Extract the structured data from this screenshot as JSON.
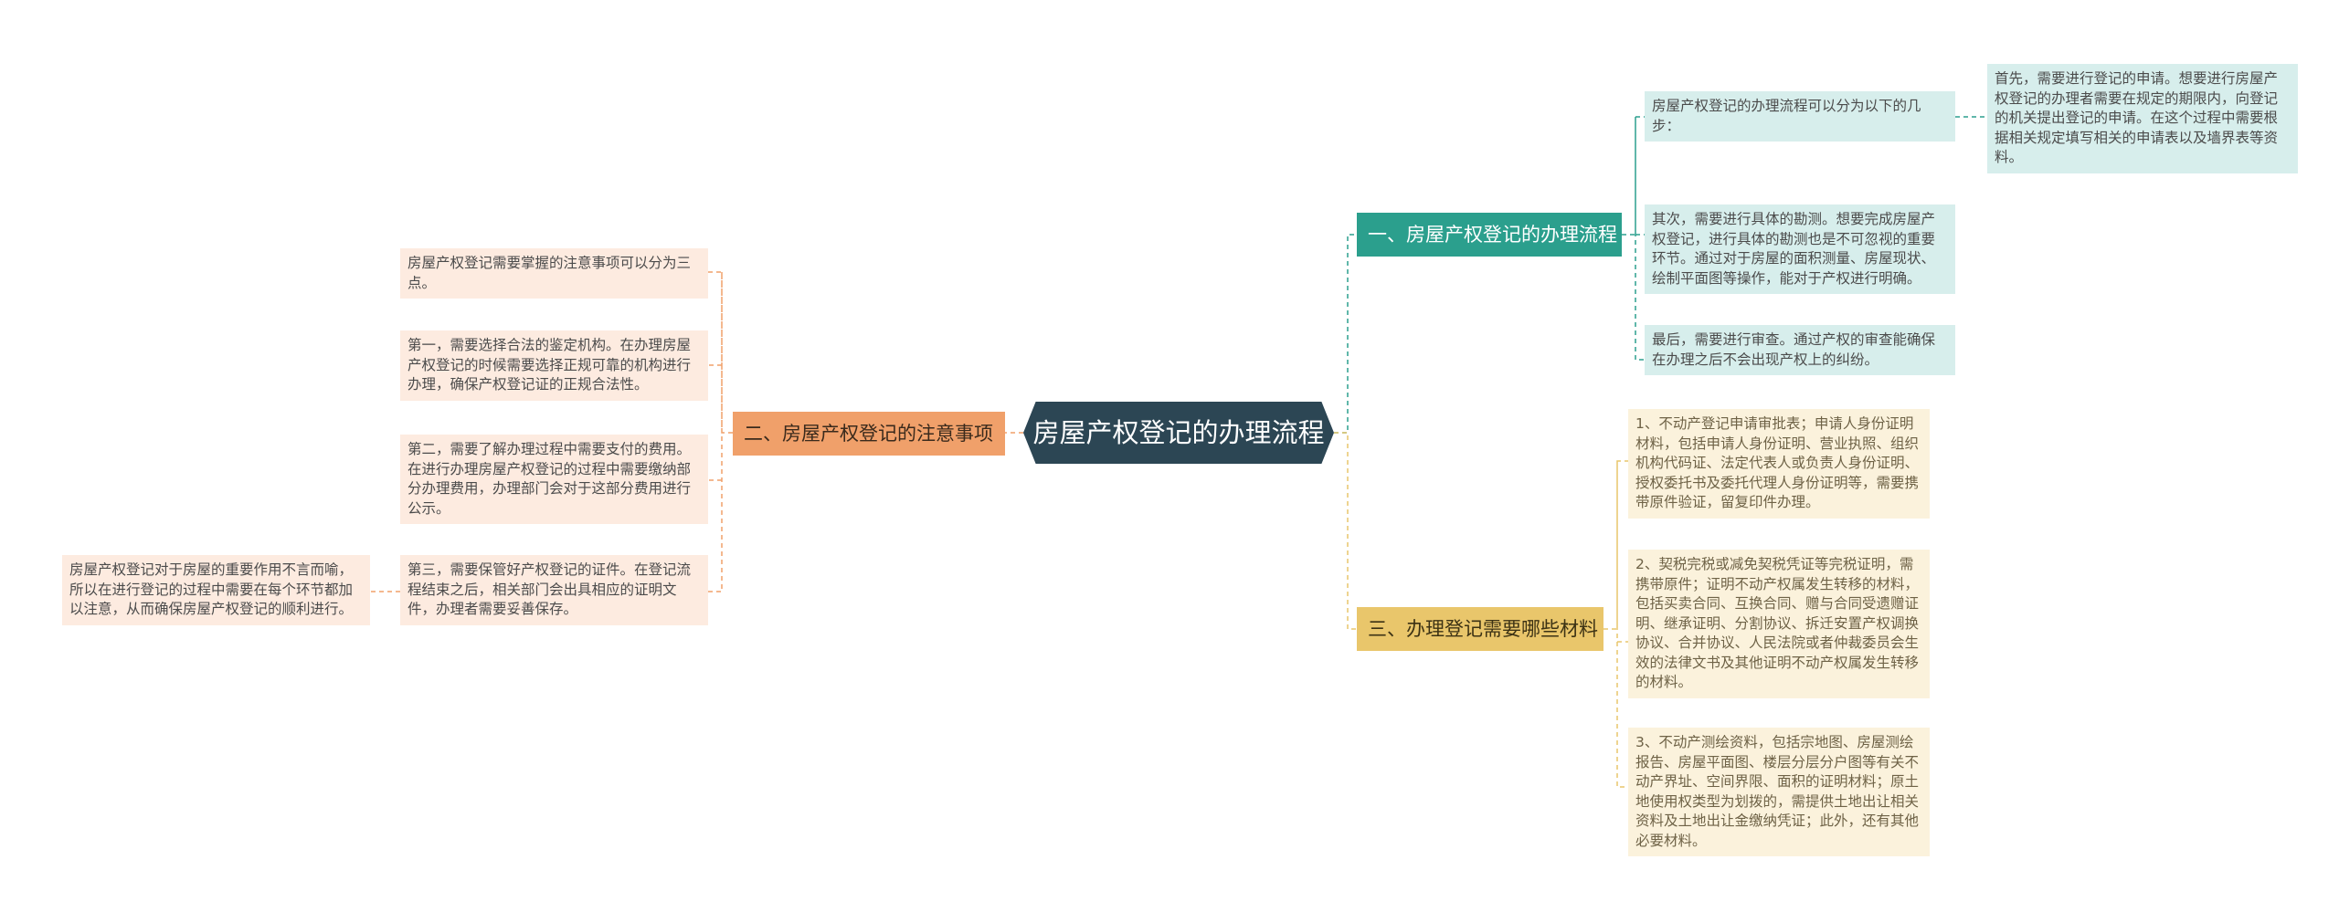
{
  "center": {
    "title": "房屋产权登记的办理流程"
  },
  "branches": [
    {
      "label": "一、房屋产权登记的办理流程",
      "color": "#2b9f8d",
      "leaves": [
        "房屋产权登记的办理流程可以分为以下的几步：",
        "其次，需要进行具体的勘测。想要完成房屋产权登记，进行具体的勘测也是不可忽视的重要环节。通过对于房屋的面积测量、房屋现状、绘制平面图等操作，能对于产权进行明确。",
        "最后，需要进行审查。通过产权的审查能确保在办理之后不会出现产权上的纠纷。"
      ],
      "sub": "首先，需要进行登记的申请。想要进行房屋产权登记的办理者需要在规定的期限内，向登记的机关提出登记的申请。在这个过程中需要根据相关规定填写相关的申请表以及墙界表等资料。"
    },
    {
      "label": "二、房屋产权登记的注意事项",
      "color": "#f0a06a",
      "leaves": [
        "房屋产权登记需要掌握的注意事项可以分为三点。",
        "第一，需要选择合法的鉴定机构。在办理房屋产权登记的时候需要选择正规可靠的机构进行办理，确保产权登记证的正规合法性。",
        "第二，需要了解办理过程中需要支付的费用。在进行办理房屋产权登记的过程中需要缴纳部分办理费用，办理部门会对于这部分费用进行公示。",
        "第三，需要保管好产权登记的证件。在登记流程结束之后，相关部门会出具相应的证明文件，办理者需要妥善保存。"
      ],
      "sub": "房屋产权登记对于房屋的重要作用不言而喻，所以在进行登记的过程中需要在每个环节都加以注意，从而确保房屋产权登记的顺利进行。"
    },
    {
      "label": "三、办理登记需要哪些材料",
      "color": "#e9c66b",
      "leaves": [
        "1、不动产登记申请审批表；申请人身份证明材料，包括申请人身份证明、营业执照、组织机构代码证、法定代表人或负责人身份证明、授权委托书及委托代理人身份证明等，需要携带原件验证，留复印件办理。",
        "2、契税完税或减免契税凭证等完税证明，需携带原件；证明不动产权属发生转移的材料，包括买卖合同、互换合同、赠与合同受遗赠证明、继承证明、分割协议、拆迁安置产权调换协议、合并协议、人民法院或者仲裁委员会生效的法律文书及其他证明不动产权属发生转移的材料。",
        "3、不动产测绘资料，包括宗地图、房屋测绘报告、房屋平面图、楼层分层分户图等有关不动产界址、空间界限、面积的证明材料；原土地使用权类型为划拨的，需提供土地出让相关资料及土地出让金缴纳凭证；此外，还有其他必要材料。"
      ]
    }
  ]
}
